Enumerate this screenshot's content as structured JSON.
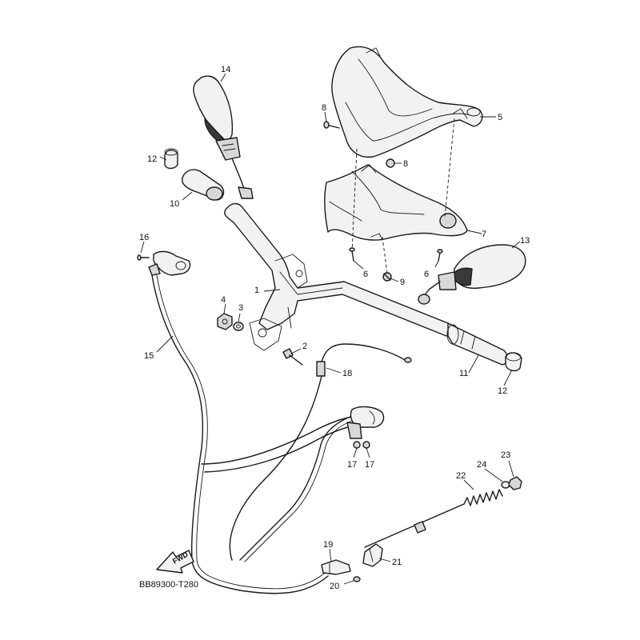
{
  "diagram_code": "BB89300-T280",
  "fwd_label": "FWD",
  "callouts": [
    {
      "id": "1",
      "label": "1"
    },
    {
      "id": "2",
      "label": "2"
    },
    {
      "id": "3",
      "label": "3"
    },
    {
      "id": "4",
      "label": "4"
    },
    {
      "id": "5",
      "label": "5"
    },
    {
      "id": "6a",
      "label": "6"
    },
    {
      "id": "6b",
      "label": "6"
    },
    {
      "id": "7",
      "label": "7"
    },
    {
      "id": "8a",
      "label": "8"
    },
    {
      "id": "8b",
      "label": "8"
    },
    {
      "id": "9",
      "label": "9"
    },
    {
      "id": "10",
      "label": "10"
    },
    {
      "id": "11",
      "label": "11"
    },
    {
      "id": "12a",
      "label": "12"
    },
    {
      "id": "12b",
      "label": "12"
    },
    {
      "id": "13",
      "label": "13"
    },
    {
      "id": "14",
      "label": "14"
    },
    {
      "id": "15",
      "label": "15"
    },
    {
      "id": "16",
      "label": "16"
    },
    {
      "id": "17a",
      "label": "17"
    },
    {
      "id": "17b",
      "label": "17"
    },
    {
      "id": "18",
      "label": "18"
    },
    {
      "id": "19",
      "label": "19"
    },
    {
      "id": "20",
      "label": "20"
    },
    {
      "id": "21",
      "label": "21"
    },
    {
      "id": "22",
      "label": "22"
    },
    {
      "id": "23",
      "label": "23"
    },
    {
      "id": "24",
      "label": "24"
    }
  ],
  "icons": {
    "fwd_arrow": "fwd-arrow-icon"
  }
}
